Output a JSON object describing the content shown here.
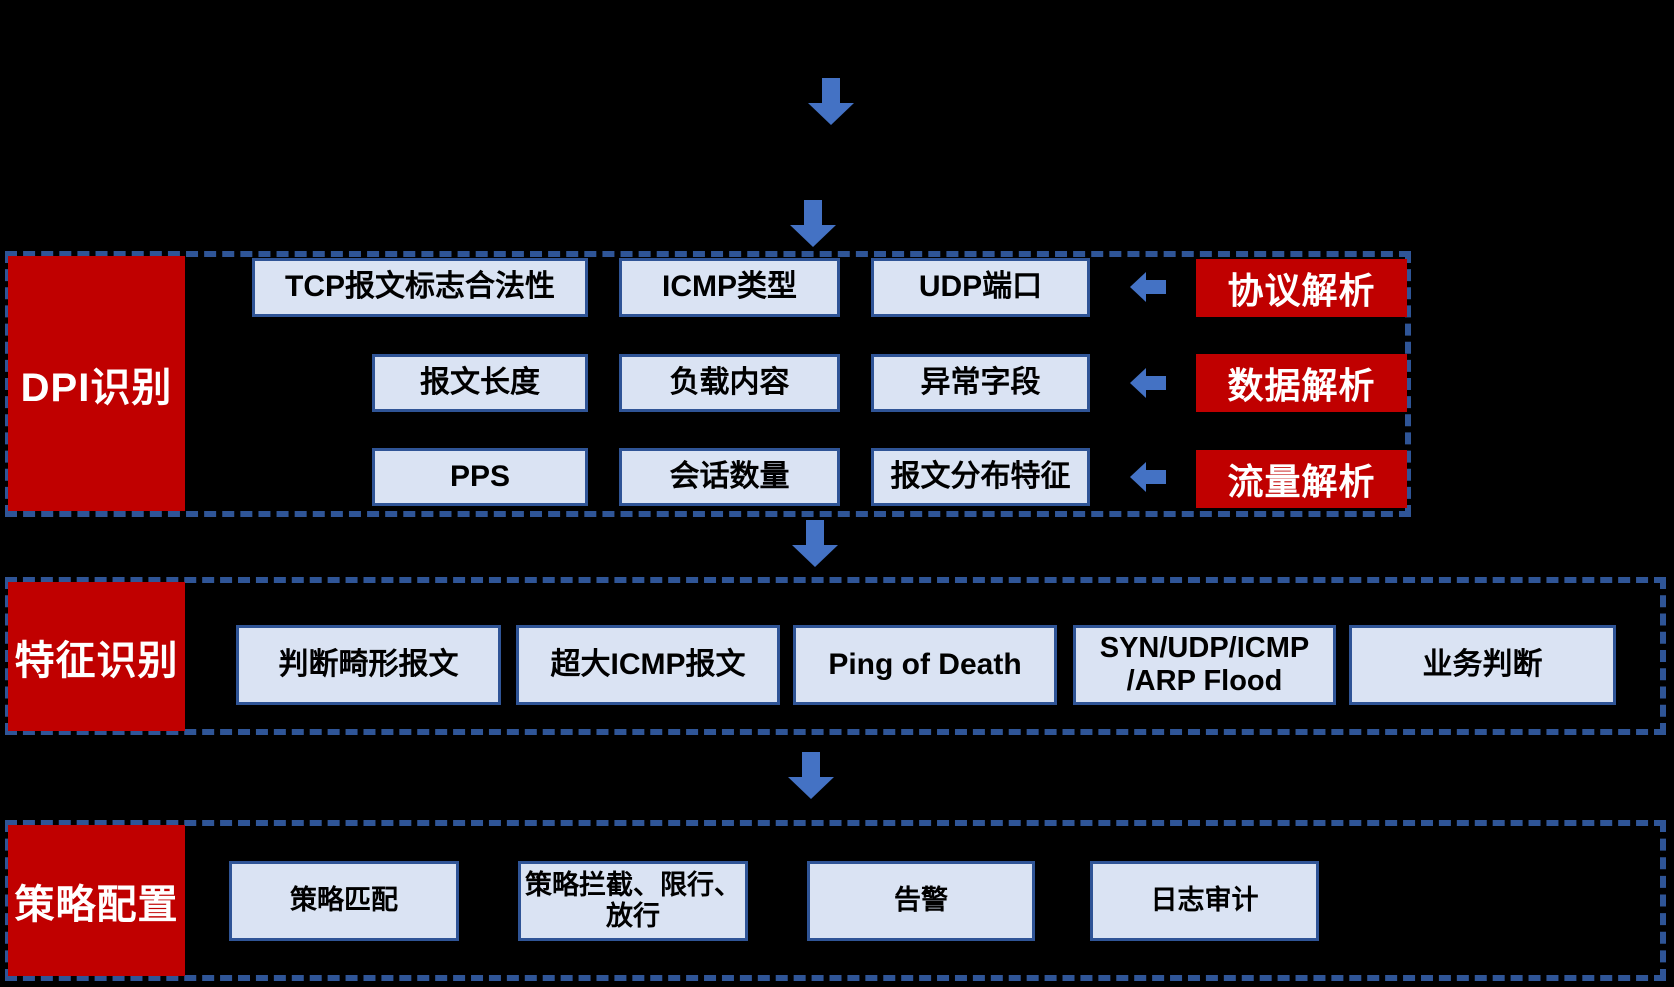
{
  "colors": {
    "background": "#000000",
    "accent_red": "#C00000",
    "cell_fill": "#DAE3F3",
    "cell_border": "#2F5496",
    "dashed_border": "#2F5597",
    "arrow_blue": "#4472C4",
    "cell_text": "#000000",
    "label_text": "#FFFFFF"
  },
  "icons": {
    "down_arrow": "down-arrow-icon",
    "left_arrow": "left-arrow-icon"
  },
  "sections": {
    "dpi": {
      "label": "DPI识别",
      "rows": [
        {
          "cells": [
            "TCP报文标志合法性",
            "ICMP类型",
            "UDP端口"
          ],
          "tag": "协议解析"
        },
        {
          "cells": [
            "报文长度",
            "负载内容",
            "异常字段"
          ],
          "tag": "数据解析"
        },
        {
          "cells": [
            "PPS",
            "会话数量",
            "报文分布特征"
          ],
          "tag": "流量解析"
        }
      ]
    },
    "feature": {
      "label": "特征识别",
      "cells": [
        "判断畸形报文",
        "超大ICMP报文",
        "Ping of Death",
        "SYN/UDP/ICMP /ARP Flood",
        "业务判断"
      ]
    },
    "policy": {
      "label": "策略配置",
      "cells": [
        "策略匹配",
        "策略拦截、限行、放行",
        "告警",
        "日志审计"
      ]
    }
  }
}
